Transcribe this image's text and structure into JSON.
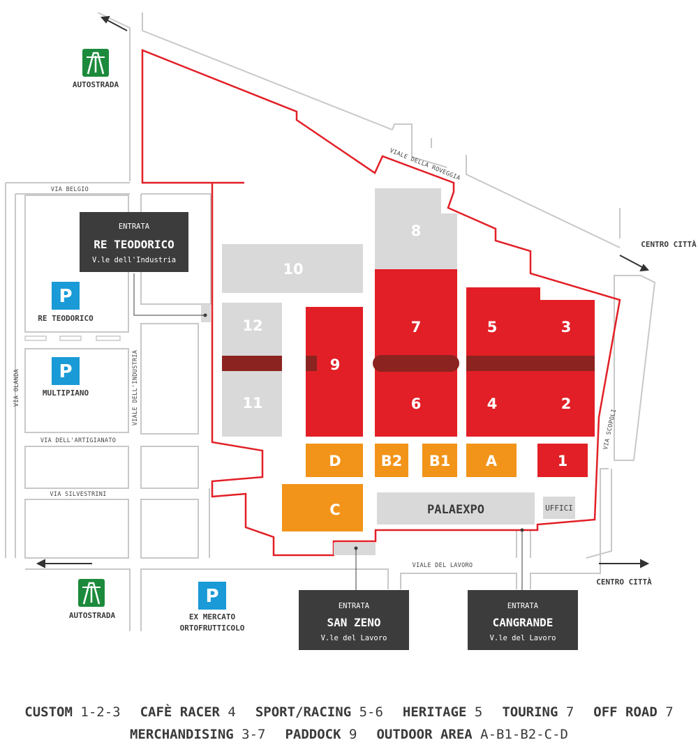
{
  "halls": {
    "h1": "1",
    "h2": "2",
    "h3": "3",
    "h4": "4",
    "h5": "5",
    "h6": "6",
    "h7": "7",
    "h8": "8",
    "h9": "9",
    "h10": "10",
    "h11": "11",
    "h12": "12",
    "a": "A",
    "b1": "B1",
    "b2": "B2",
    "c": "C",
    "d": "D",
    "palaexpo": "PALAEXPO",
    "uffici": "UFFICI"
  },
  "entrances": {
    "teodorico": {
      "line1": "ENTRATA",
      "name": "RE TEODORICO",
      "street": "V.le dell'Industria"
    },
    "sanzeno": {
      "line1": "ENTRATA",
      "name": "SAN ZENO",
      "street": "V.le del Lavoro"
    },
    "cangrande": {
      "line1": "ENTRATA",
      "name": "CANGRANDE",
      "street": "V.le del Lavoro"
    }
  },
  "parking": {
    "symbol": "P",
    "teodorico": "RE TEODORICO",
    "multipiano": "MULTIPIANO",
    "exmercato_1": "EX MERCATO",
    "exmercato_2": "ORTOFRUTTICOLO"
  },
  "highway": {
    "label": "AUTOSTRADA"
  },
  "centro": {
    "label": "CENTRO CITTÀ"
  },
  "roads": {
    "roveggia": "VIALE DELLA ROVEGGIA",
    "belgio": "VIA BELGIO",
    "olanda": "VIA OLANDA",
    "industria": "VIALE DELL'INDUSTRIA",
    "artigianato": "VIA DELL'ARTIGIANATO",
    "silvestrini": "VIA SILVESTRINI",
    "lavoro": "VIALE DEL LAVORO",
    "scopoli": "VIA SCOPOLI"
  },
  "legend": {
    "row1": [
      {
        "key": "CUSTOM",
        "val": "1-2-3"
      },
      {
        "key": "CAFÈ RACER",
        "val": "4"
      },
      {
        "key": "SPORT/RACING",
        "val": "5-6"
      },
      {
        "key": "HERITAGE",
        "val": "5"
      },
      {
        "key": "TOURING",
        "val": "7"
      },
      {
        "key": "OFF ROAD",
        "val": "7"
      }
    ],
    "row2": [
      {
        "key": "MERCHANDISING",
        "val": "3-7"
      },
      {
        "key": "PADDOCK",
        "val": "9"
      },
      {
        "key": "OUTDOOR AREA",
        "val": "A-B1-B2-C-D"
      }
    ]
  },
  "colors": {
    "red": "#e21f26",
    "darkred": "#8b2420",
    "orange": "#f29419",
    "lightgray": "#d9d9d9",
    "darkbox": "#3c3c3c",
    "parkblue": "#1a9ad6",
    "highwaygreen": "#1c8a3c"
  }
}
